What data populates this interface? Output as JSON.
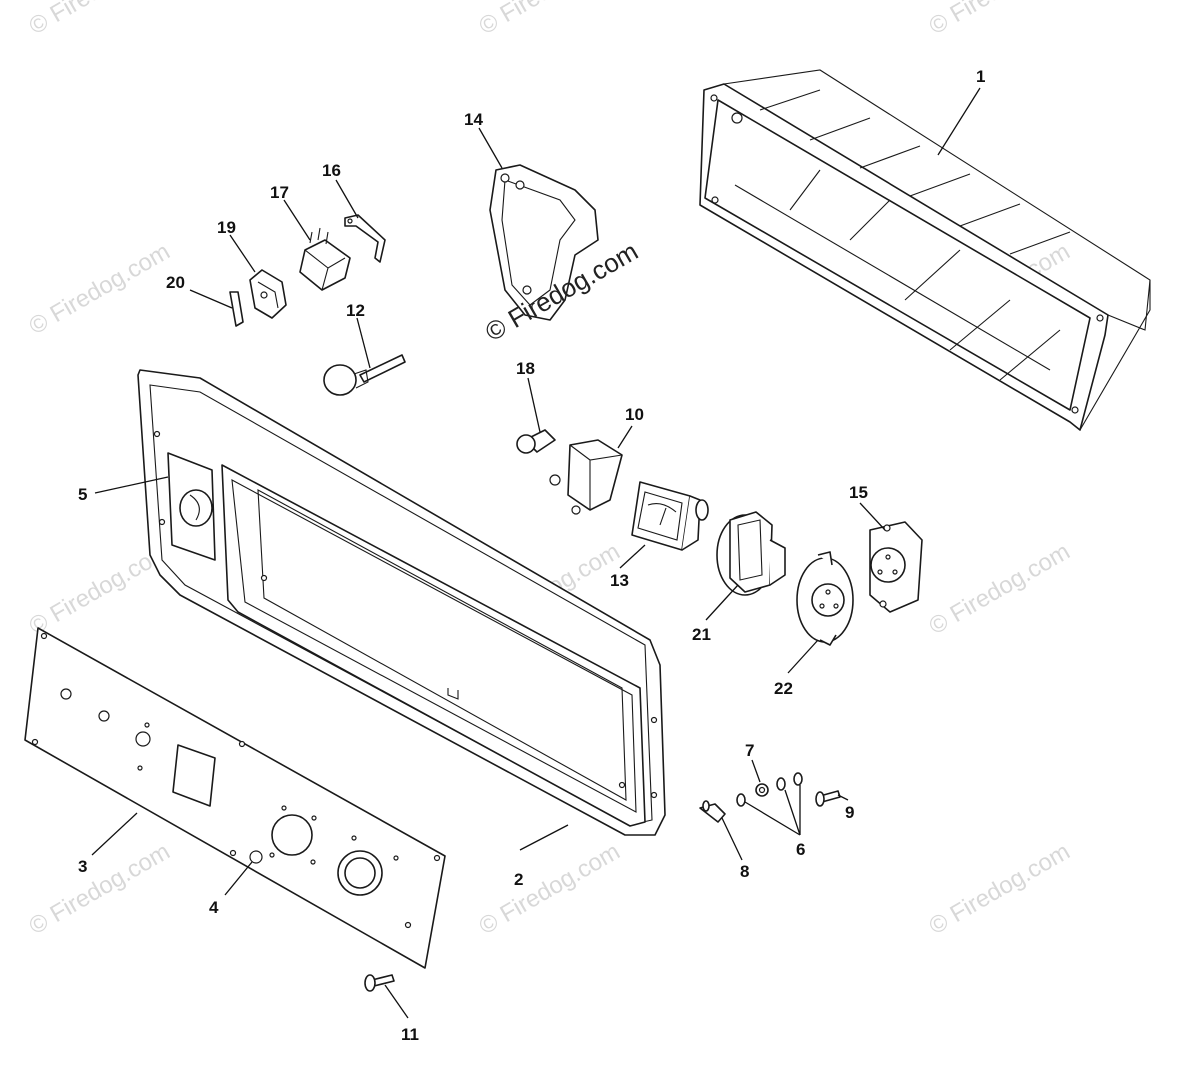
{
  "watermark": {
    "text": "© Firedog.com",
    "center_text": "© Firedog.com"
  },
  "callouts": {
    "c1": "1",
    "c2": "2",
    "c3": "3",
    "c4": "4",
    "c5": "5",
    "c6": "6",
    "c7": "7",
    "c8": "8",
    "c9": "9",
    "c10": "10",
    "c11": "11",
    "c12": "12",
    "c13": "13",
    "c14": "14",
    "c15": "15",
    "c16": "16",
    "c17": "17",
    "c18": "18",
    "c19": "19",
    "c20": "20",
    "c21": "21",
    "c22": "22"
  },
  "colors": {
    "line": "#1a1a1a",
    "watermark": "#d8d8d8",
    "background": "#ffffff"
  }
}
